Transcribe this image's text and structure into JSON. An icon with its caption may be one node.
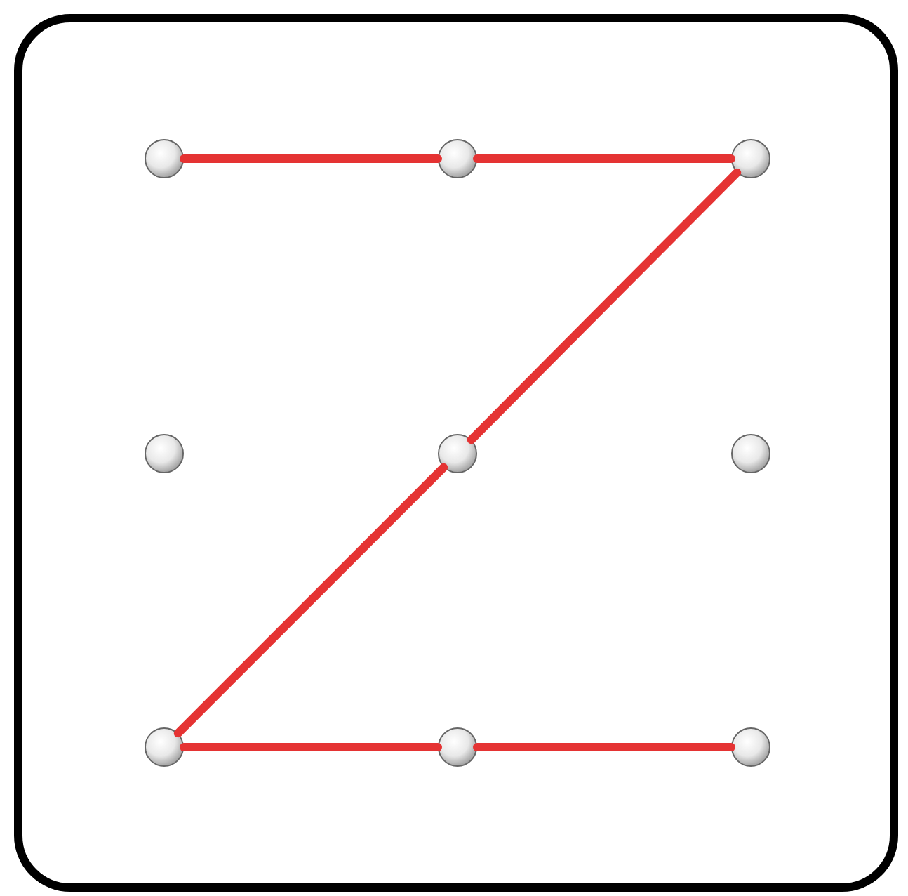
{
  "diagram": {
    "nodes": [
      {
        "text": [],
        "shape": "box"
      },
      {
        "text": [],
        "shape": "circle",
        "in": 0
      },
      {
        "text": [],
        "shape": "circle",
        "in": 0
      },
      {
        "text": [],
        "shape": "circle",
        "in": 0
      },
      {
        "text": [],
        "shape": "circle",
        "in": 0
      },
      {
        "text": [],
        "shape": "circle",
        "in": 0
      },
      {
        "text": [],
        "shape": "circle",
        "in": 0
      },
      {
        "text": [],
        "shape": "circle",
        "in": 0
      },
      {
        "text": [],
        "shape": "circle",
        "in": 0
      },
      {
        "text": [],
        "shape": "circle",
        "in": 0
      }
    ],
    "edges": [
      {
        "from": 1,
        "to": 2,
        "arrow": "none"
      },
      {
        "from": 2,
        "to": 3,
        "arrow": "none"
      },
      {
        "from": 3,
        "to": 5,
        "arrow": "none"
      },
      {
        "from": 5,
        "to": 7,
        "arrow": "none"
      },
      {
        "from": 7,
        "to": 8,
        "arrow": "none"
      },
      {
        "from": 8,
        "to": 9,
        "arrow": "none"
      }
    ]
  }
}
